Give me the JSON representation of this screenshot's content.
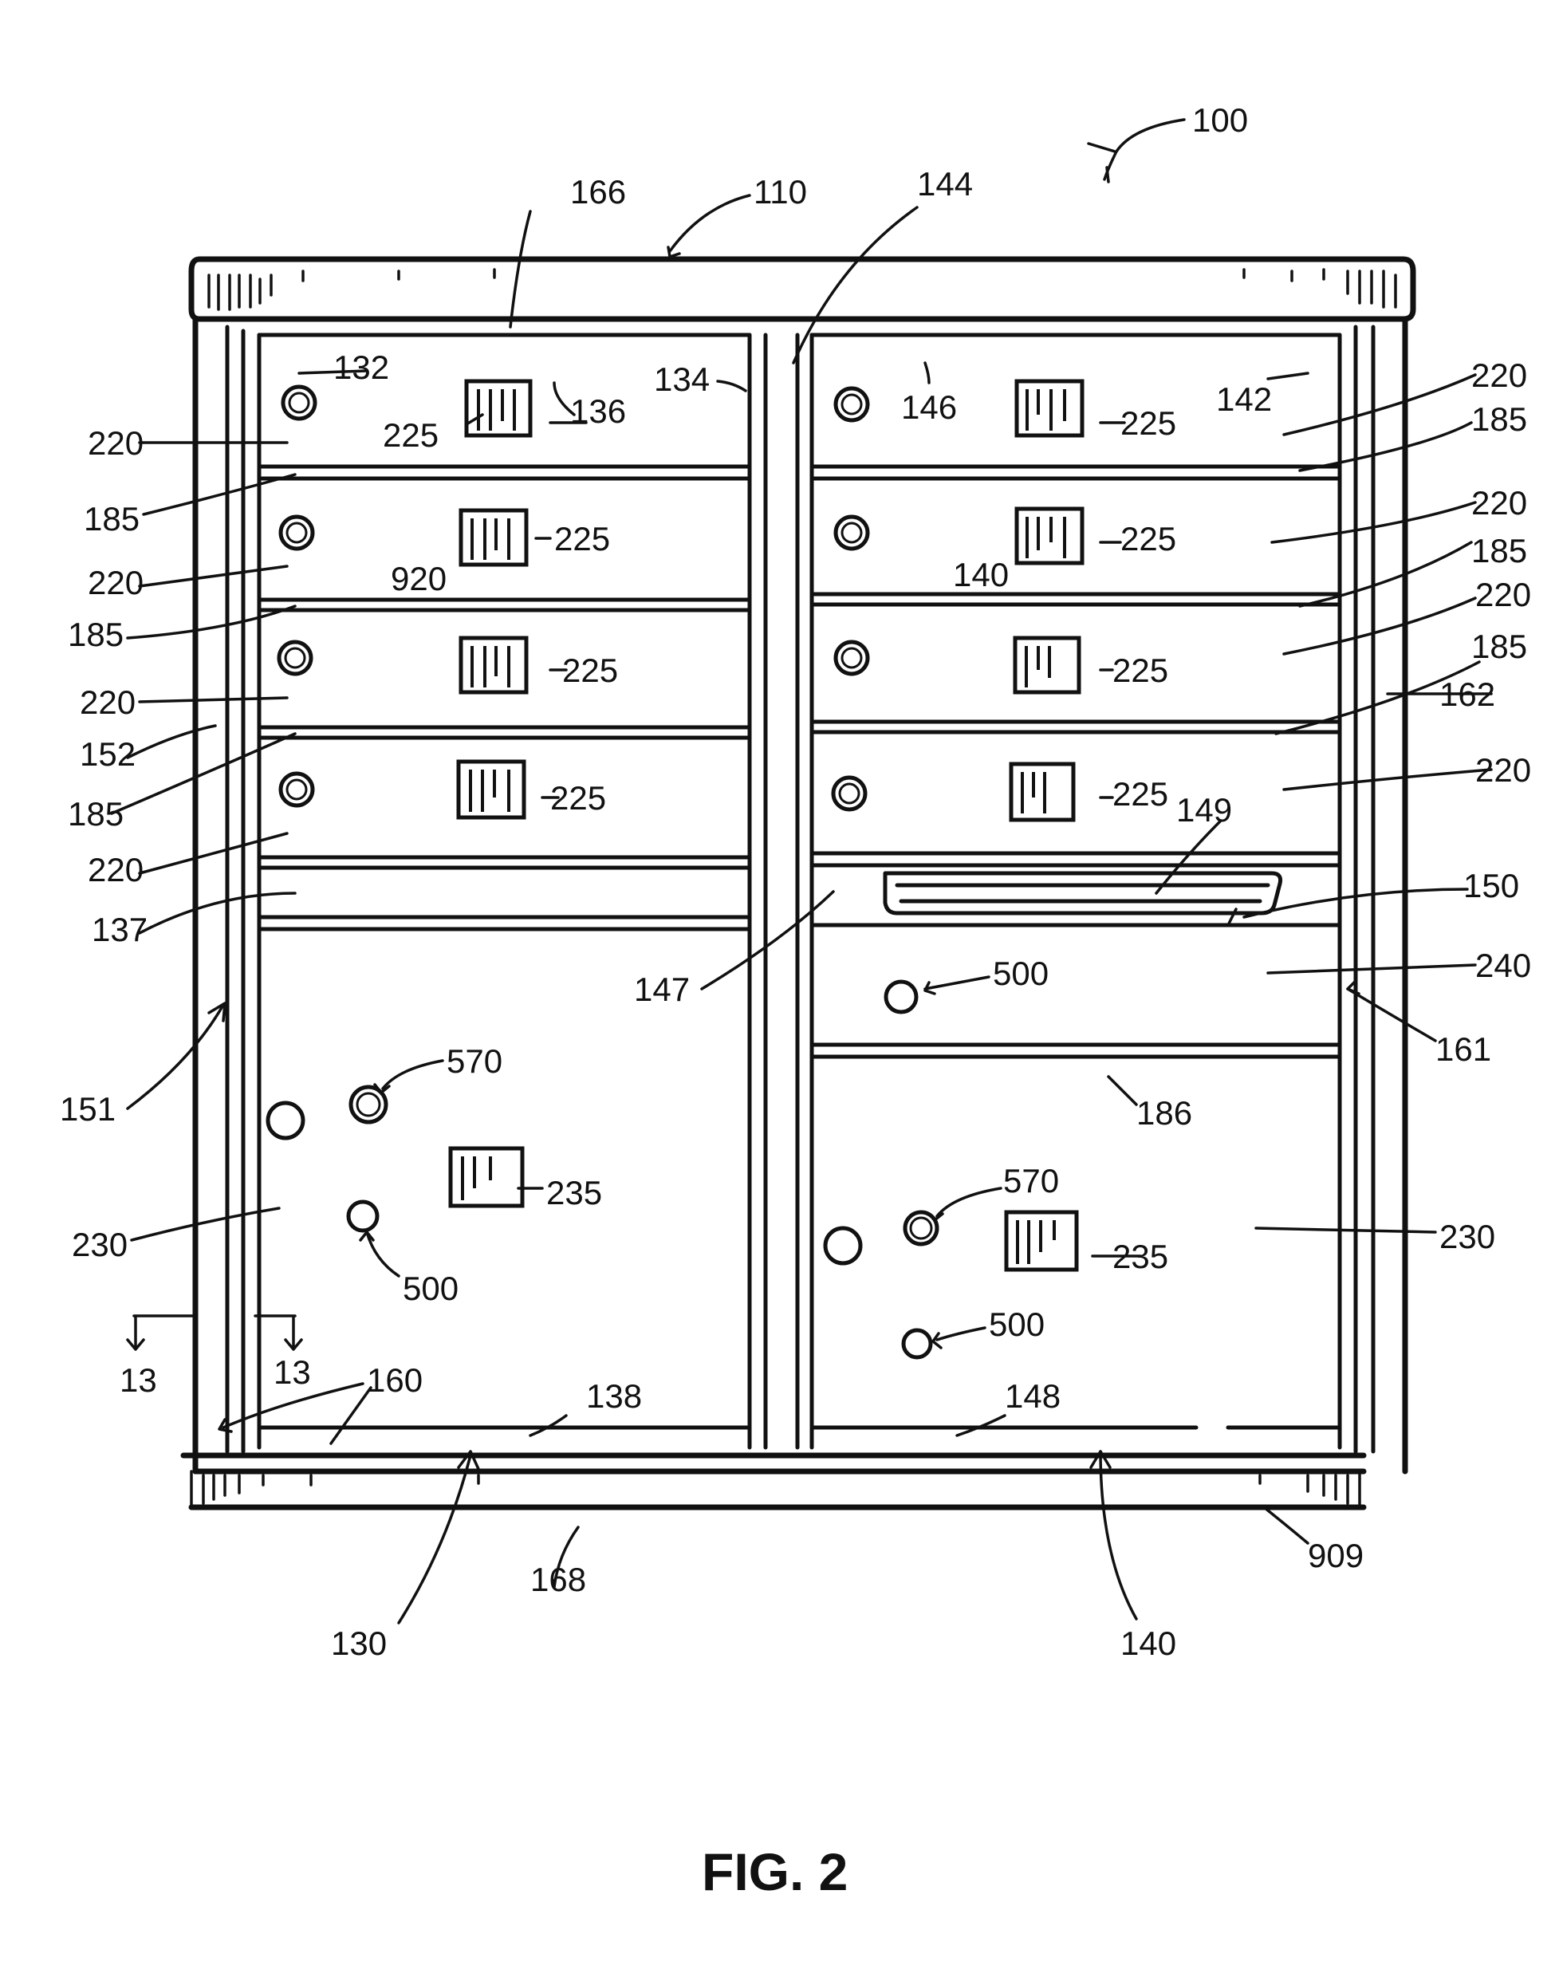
{
  "figure": {
    "caption": "FIG. 2",
    "labels": {
      "r100": "100",
      "r110": "110",
      "r166": "166",
      "r144": "144",
      "r132": "132",
      "r136": "136",
      "r134": "134",
      "r146": "146",
      "r142": "142",
      "r220_L1": "220",
      "r225_L1": "225",
      "r185_L1": "185",
      "r220_L2": "220",
      "r225_L2": "225",
      "r920": "920",
      "r185_L2": "185",
      "r220_L3": "220",
      "r225_L3": "225",
      "r152": "152",
      "r185_L3": "185",
      "r220_L4": "220",
      "r225_L4": "225",
      "r137": "137",
      "r225_R1": "225",
      "r220_R1": "220",
      "r185_R1": "185",
      "r225_R2": "225",
      "r140_locks": "140",
      "r220_R2": "220",
      "r185_R2": "185",
      "r225_R3": "225",
      "r220_R3": "220",
      "r185_R3": "185",
      "r162": "162",
      "r225_R4": "225",
      "r220_R4": "220",
      "r149": "149",
      "r150": "150",
      "r147": "147",
      "r500_a": "500",
      "r240": "240",
      "r161": "161",
      "r151": "151",
      "r570_L": "570",
      "r186": "186",
      "r235_L": "235",
      "r230_L": "230",
      "r500_L": "500",
      "r570_R": "570",
      "r235_R": "235",
      "r230_R": "230",
      "r500_R": "500",
      "r13_a": "13",
      "r13_b": "13",
      "r160": "160",
      "r138": "138",
      "r148": "148",
      "r168": "168",
      "r909": "909",
      "r130": "130",
      "r140_bottom": "140"
    }
  }
}
